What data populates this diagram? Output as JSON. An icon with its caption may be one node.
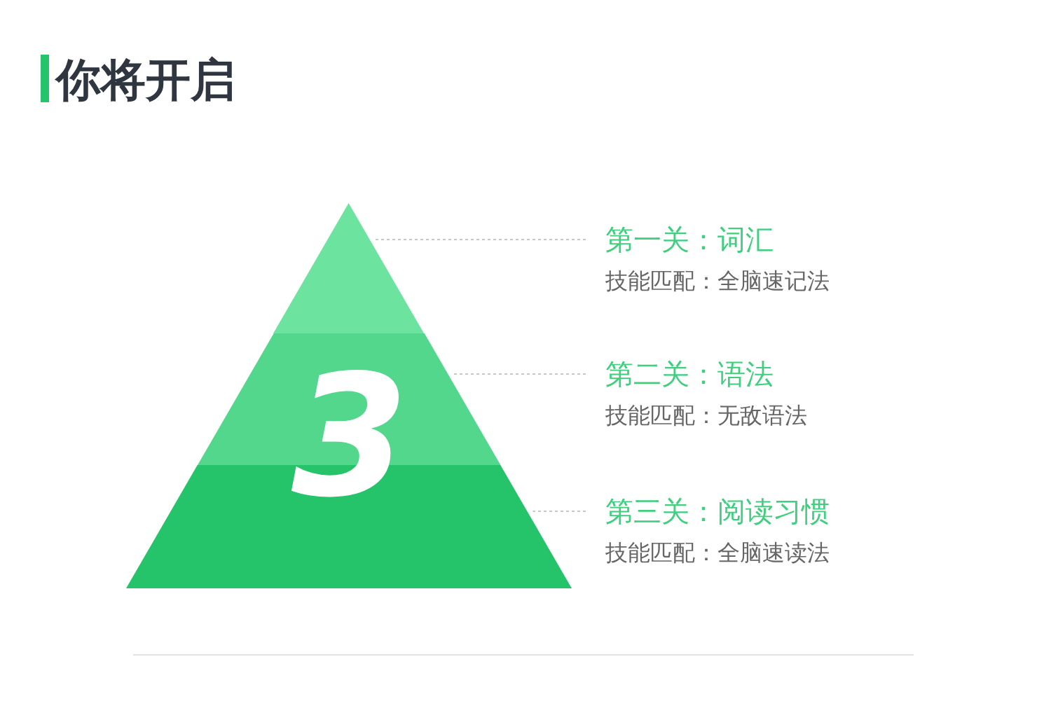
{
  "diagram": {
    "title": "你将开启",
    "nodes": [
      {
        "text": [],
        "shape": "box"
      },
      {
        "text": [],
        "shape": "box"
      },
      {
        "text": [],
        "shape": "box"
      },
      {
        "text": [
          "第一关：词汇",
          "技能匹配：全脑速记法"
        ]
      },
      {
        "text": [
          "第二关：语法",
          "技能匹配：无敌语法"
        ]
      },
      {
        "text": [
          "第三关：阅读习惯",
          "技能匹配：全脑速读法"
        ]
      }
    ],
    "edges": [
      {
        "from": 3,
        "to": 0,
        "arrow": "none",
        "style": "dashed"
      },
      {
        "from": 4,
        "to": 1,
        "arrow": "none",
        "style": "dashed"
      },
      {
        "from": 5,
        "to": 2,
        "arrow": "none",
        "style": "dashed"
      }
    ],
    "labels": [
      "3"
    ]
  }
}
